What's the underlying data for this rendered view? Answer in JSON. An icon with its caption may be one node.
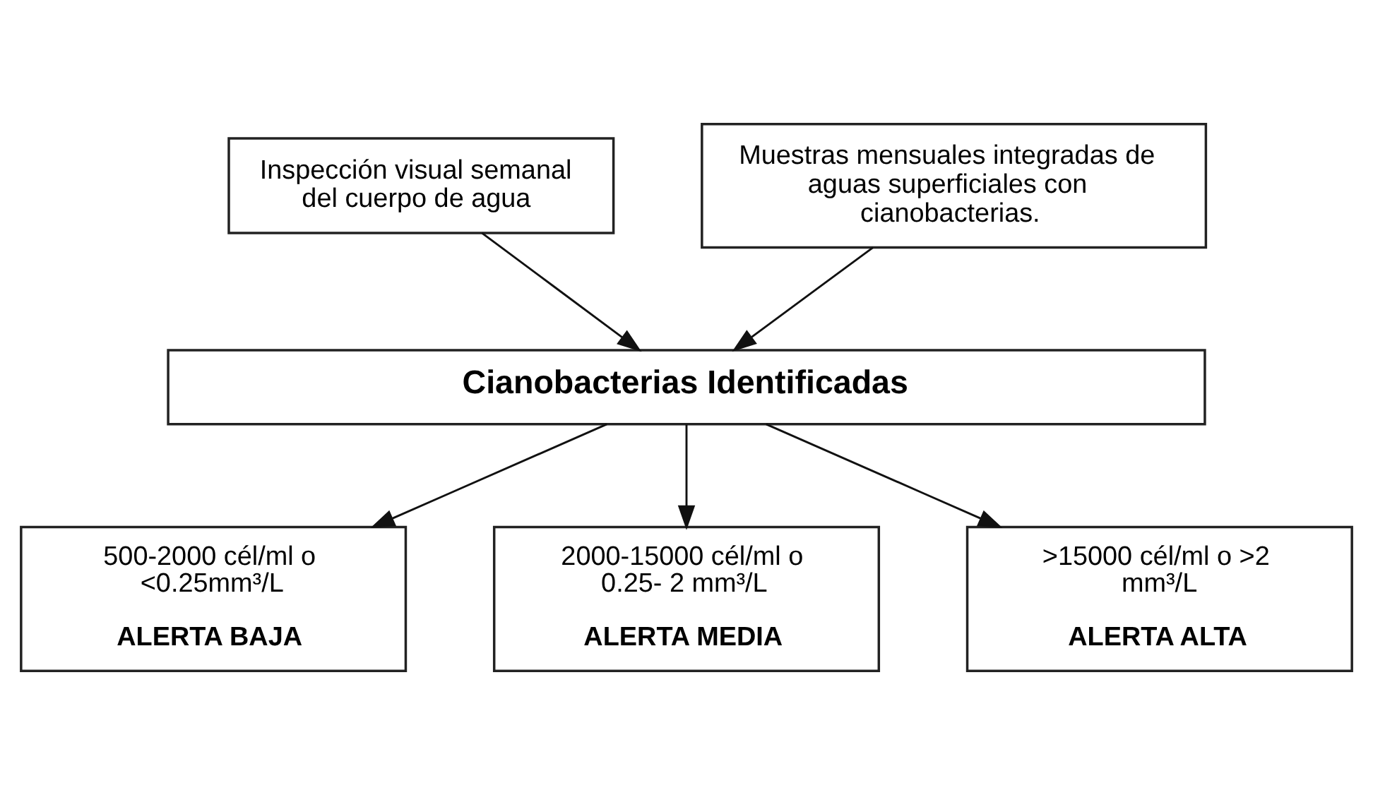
{
  "diagram": {
    "nodes": [
      {
        "text": [
          "Inspección visual semanal del cuerpo de agua"
        ]
      },
      {
        "text": [
          "Muestras mensuales integradas de aguas superficiales con cianobacterias."
        ]
      },
      {
        "text": [
          "Cianobacterias Identificadas"
        ]
      },
      {
        "text": [
          "500-2000 cél/ml o <0.25mm³/L",
          "ALERTA BAJA"
        ]
      },
      {
        "text": [
          "2000-15000 cél/ml o 0.25- 2 mm³/L",
          "ALERTA MEDIA"
        ]
      },
      {
        "text": [
          ">15000 cél/ml o >2 mm³/L",
          "ALERTA ALTA"
        ]
      }
    ],
    "edges": [
      {
        "from": 0,
        "to": 2,
        "arrow": "to"
      },
      {
        "from": 1,
        "to": 2,
        "arrow": "to"
      },
      {
        "from": 2,
        "to": 3,
        "arrow": "to"
      },
      {
        "from": 2,
        "to": 4,
        "arrow": "to"
      },
      {
        "from": 2,
        "to": 5,
        "arrow": "to"
      }
    ]
  }
}
